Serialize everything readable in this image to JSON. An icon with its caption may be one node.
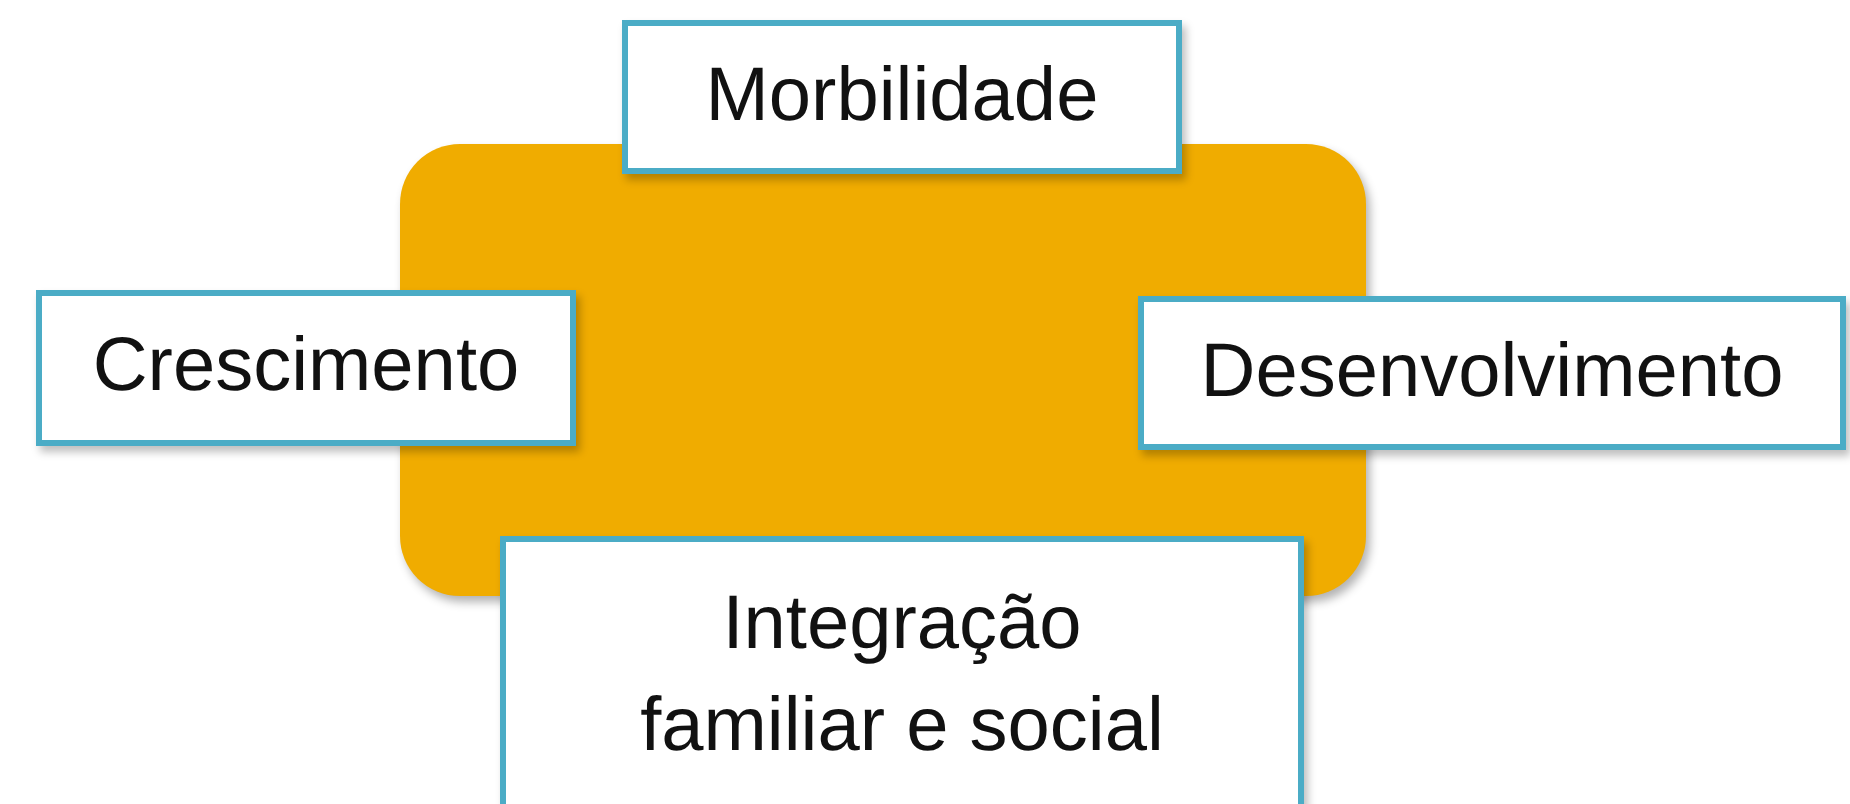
{
  "diagram": {
    "nodes": [
      {
        "text": [],
        "shape": "box"
      },
      {
        "text": [
          "Morbilidade"
        ]
      },
      {
        "text": [
          "Crescimento"
        ]
      },
      {
        "text": [
          "Desenvolvimento"
        ]
      },
      {
        "text": [
          "Integração familiar e social"
        ]
      }
    ]
  }
}
